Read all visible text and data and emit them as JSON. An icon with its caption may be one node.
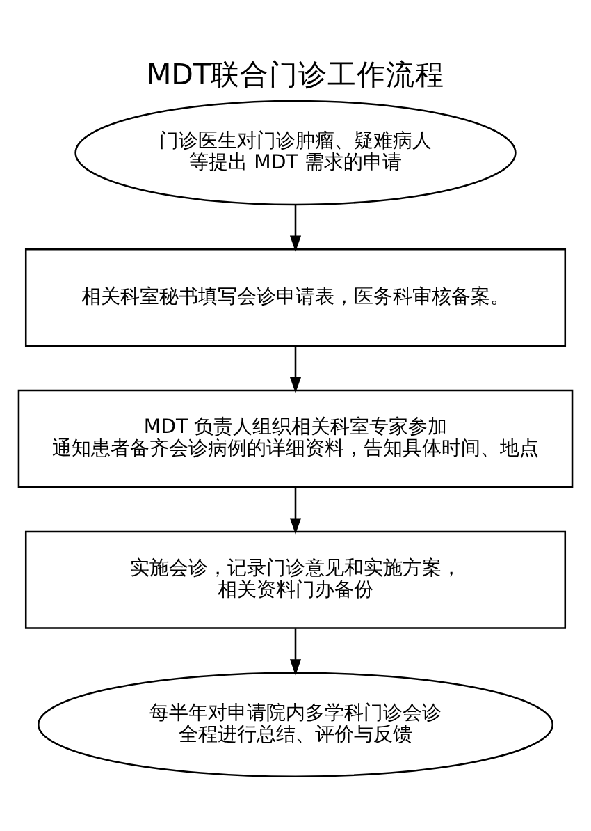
{
  "diagram": {
    "title": "MDT联合门诊工作流程",
    "nodes": [
      {
        "text": [
          "门诊医生对门诊肿瘤、疑难病人等提出 MDT 需求的申请"
        ]
      },
      {
        "text": [
          "相关科室秘书填写会诊申请表，医务科审核备案。"
        ]
      },
      {
        "text": [
          "MDT 负责人组织相关科室专家参加",
          "通知患者备齐会诊病例的详细资料，告知具体时间、地点"
        ]
      },
      {
        "text": [
          "实施会诊，记录门诊意见和实施方案，",
          "相关资料门办备份"
        ]
      },
      {
        "text": [
          "每半年对申请院内多学科门诊会诊",
          "全程进行总结、评价与反馈"
        ]
      }
    ],
    "edges": [
      {
        "from": 0,
        "to": 1,
        "arrow": "to"
      },
      {
        "from": 1,
        "to": 2,
        "arrow": "to"
      },
      {
        "from": 2,
        "to": 3,
        "arrow": "to"
      },
      {
        "from": 3,
        "to": 4,
        "arrow": "to"
      }
    ]
  }
}
